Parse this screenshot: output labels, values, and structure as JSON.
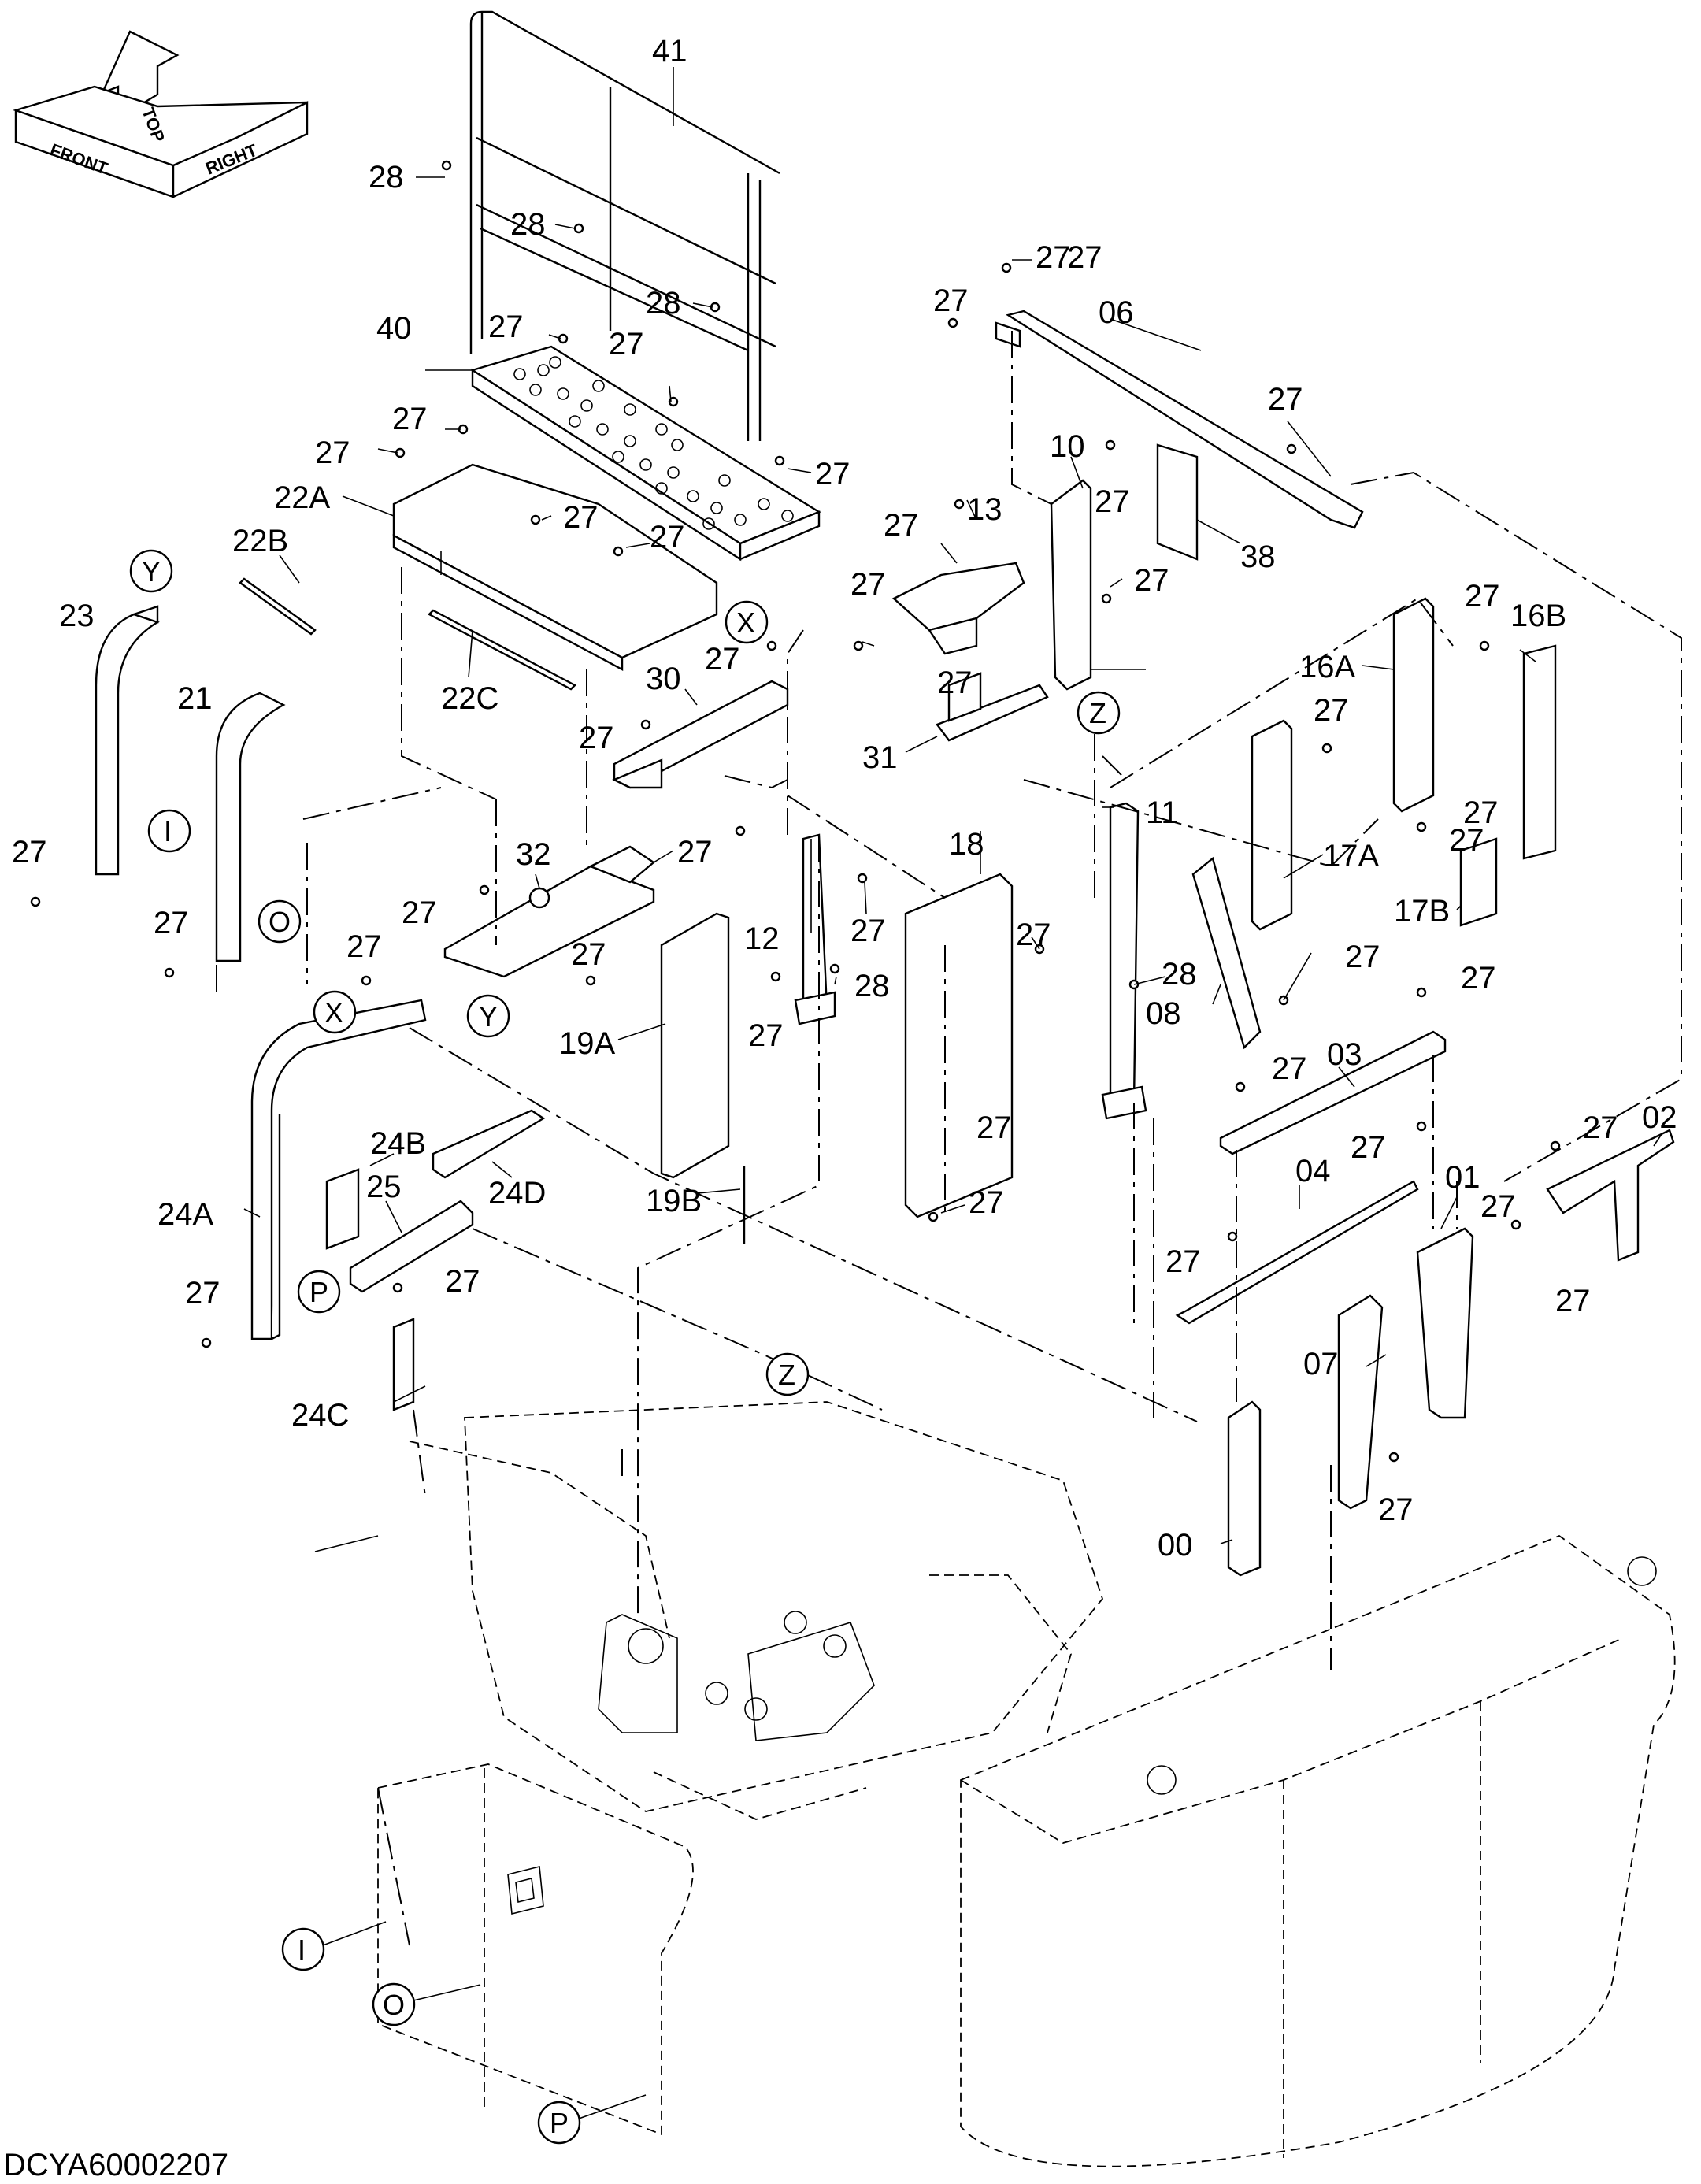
{
  "diagram_id": "DCYA60002207",
  "orientation": {
    "front": "FRONT",
    "top": "TOP",
    "right": "RIGHT"
  },
  "callouts": [
    "41",
    "28",
    "28",
    "28",
    "27",
    "27",
    "27",
    "27",
    "27",
    "27",
    "27",
    "27",
    "40",
    "22A",
    "22B",
    "22C",
    "23",
    "21",
    "06",
    "27",
    "27",
    "27",
    "10",
    "13",
    "38",
    "27",
    "27",
    "27",
    "30",
    "31",
    "32",
    "27",
    "27",
    "11",
    "12",
    "16A",
    "16B",
    "17A",
    "17B",
    "18",
    "19A",
    "19B",
    "24A",
    "24B",
    "24C",
    "24D",
    "25",
    "00",
    "01",
    "02",
    "03",
    "04",
    "07",
    "08",
    "28",
    "28"
  ],
  "reference_markers": [
    "Y",
    "X",
    "Z",
    "I",
    "O",
    "P"
  ]
}
